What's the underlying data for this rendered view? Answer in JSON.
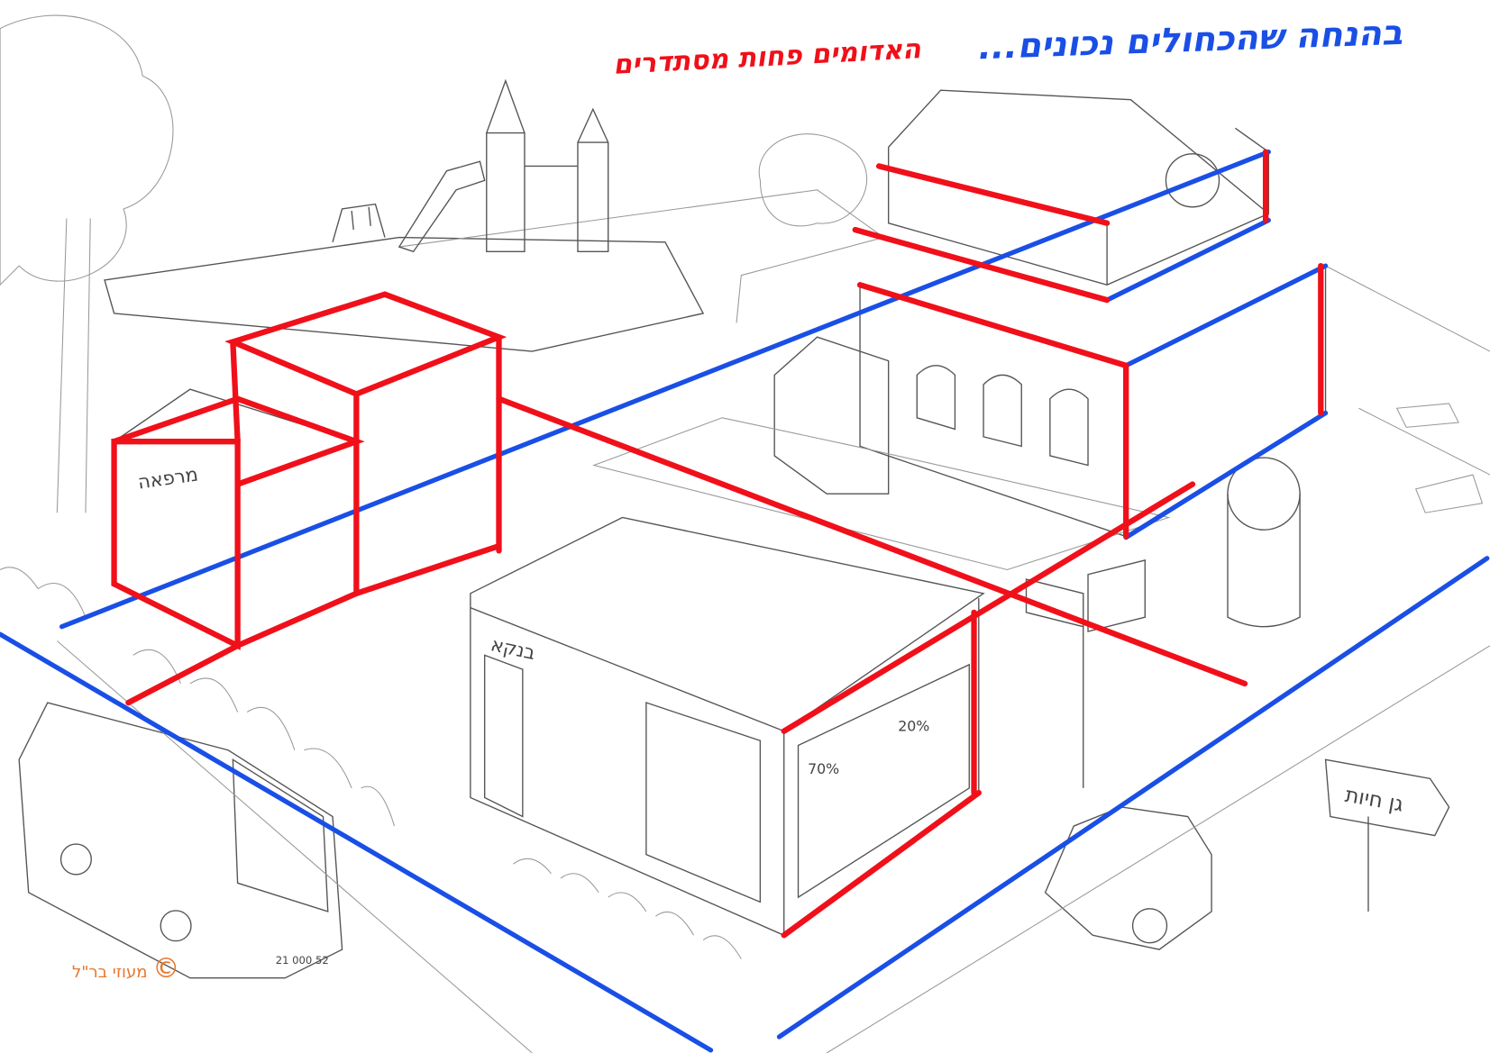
{
  "annotations": {
    "blue_note": "בהנחה שהכחולים נכונים...",
    "red_note": "האדומים פחות מסתדרים"
  },
  "signs": {
    "pharmacy": "מרפאה",
    "bank": "בנקא",
    "zoo": "גן חיות",
    "discount_70": "70%",
    "discount_20": "20%",
    "bus_plate": "21 000 52"
  },
  "logo": {
    "symbol": "©",
    "text": "מעוזי בר\"ל"
  },
  "colors": {
    "correct_lines": "#1a4fe6",
    "incorrect_lines": "#f0101a",
    "logo": "#e8762c"
  }
}
